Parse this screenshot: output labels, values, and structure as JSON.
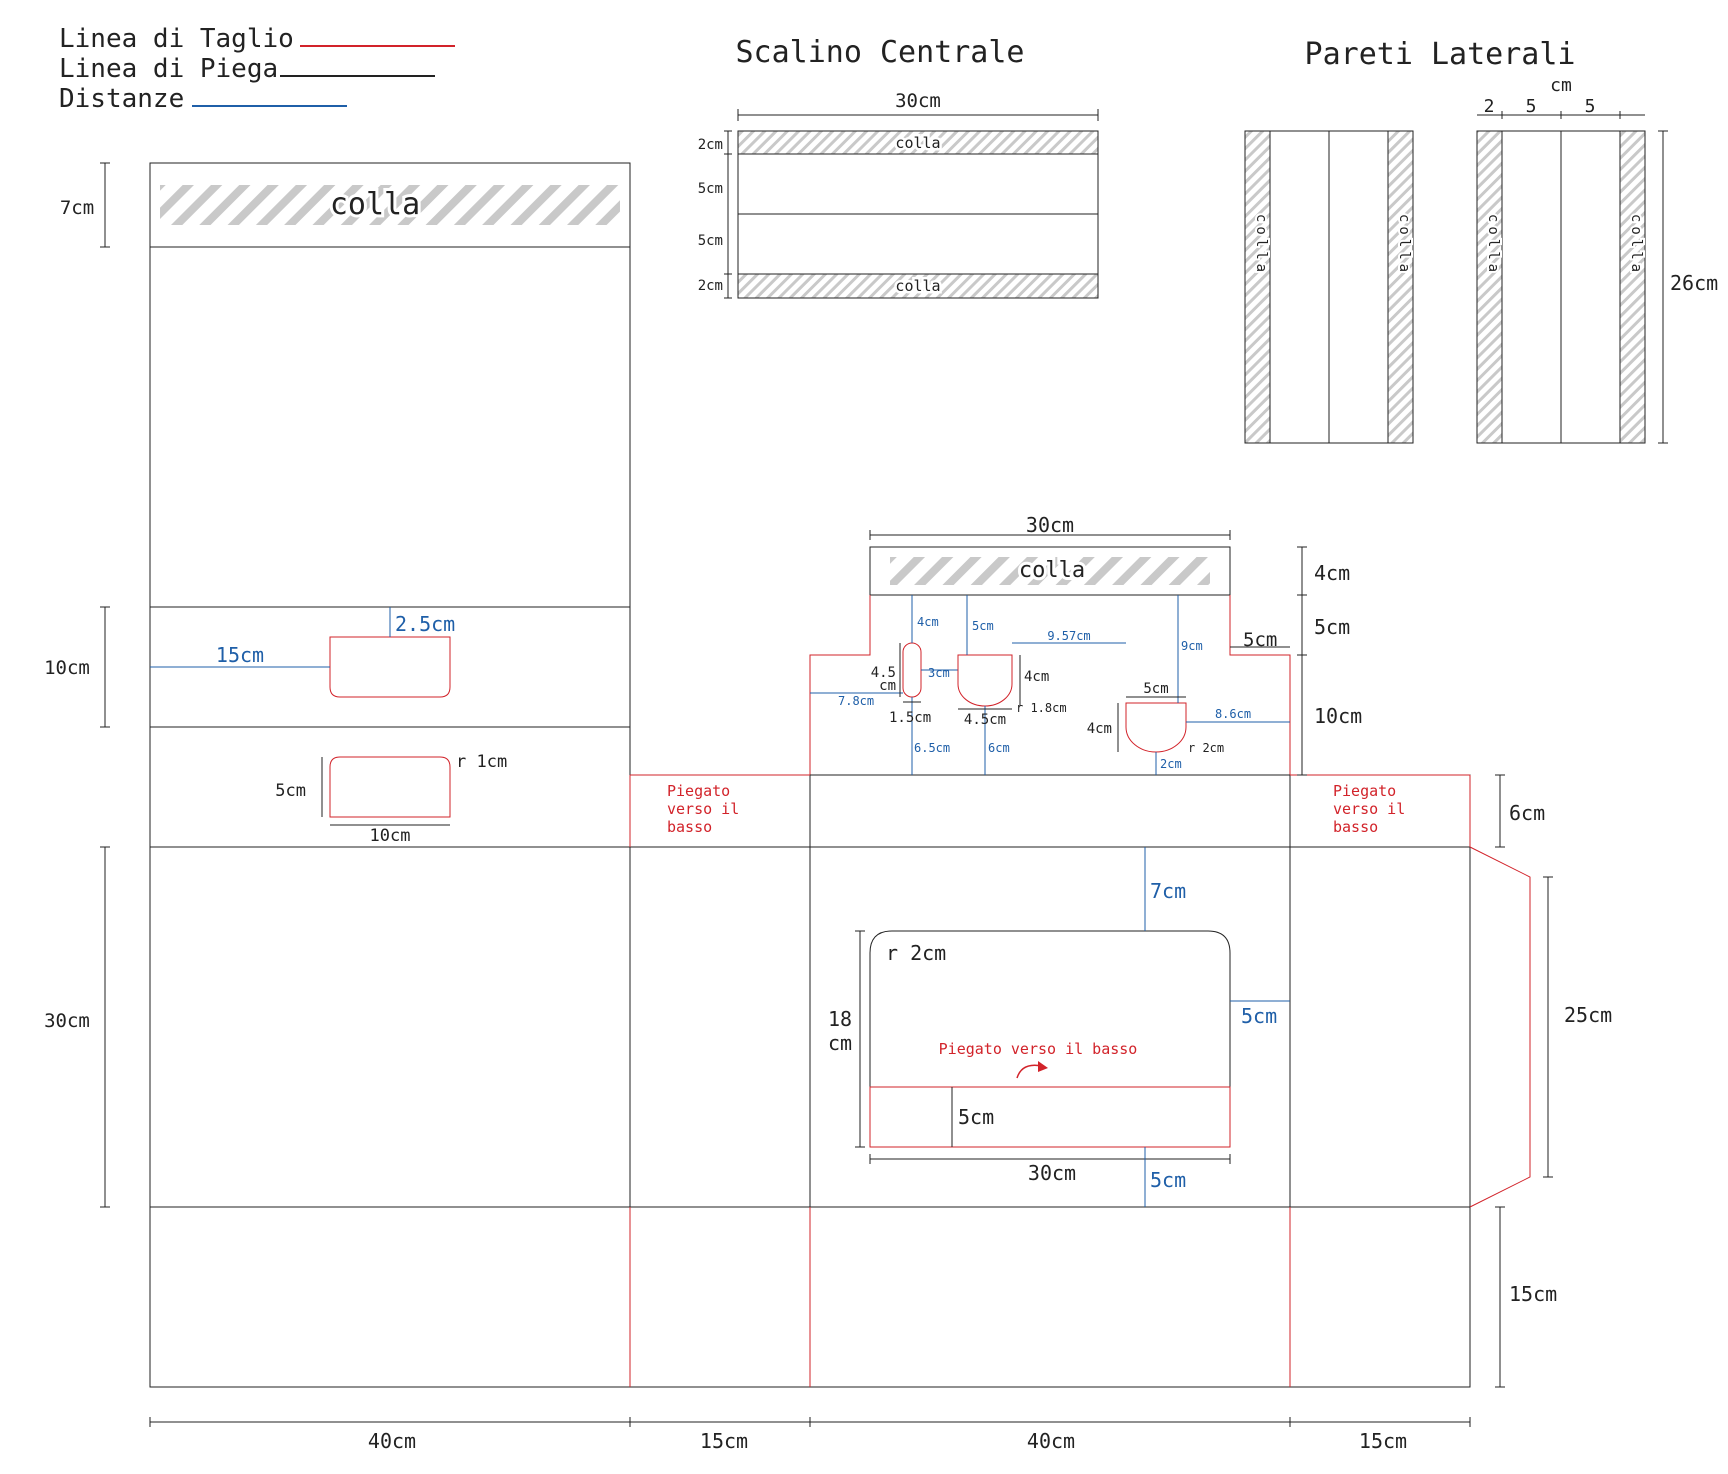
{
  "colors": {
    "cut": "#d2232a",
    "fold": "#222222",
    "distance": "#1f5fa8",
    "glue_hatch": "#c9c9c9"
  },
  "legend": {
    "cut": "Linea di Taglio",
    "fold": "Linea di Piega",
    "distance": "Distanze"
  },
  "scalino": {
    "title": "Scalino Centrale",
    "width": "30cm",
    "h1": "2cm",
    "h2": "5cm",
    "h3": "5cm",
    "h4": "2cm",
    "glue_top": "colla",
    "glue_bottom": "colla"
  },
  "pareti": {
    "title": "Pareti Laterali",
    "unit": "cm",
    "w1": "2",
    "w2": "5",
    "w3": "5",
    "height": "26cm",
    "glue": "colla"
  },
  "left_panel": {
    "glue": "colla",
    "h_glue": "7cm",
    "h_mid": "10cm",
    "h_main": "30cm",
    "hole1_left": "15cm",
    "hole1_top": "2.5cm",
    "hole2_height": "5cm",
    "hole2_width": "10cm",
    "hole2_radius": "r 1cm"
  },
  "center": {
    "top_width": "30cm",
    "glue": "colla",
    "h_glue": "4cm",
    "h_5": "5cm",
    "h_10": "10cm",
    "h_6": "6cm",
    "h_25": "25cm",
    "h_15": "15cm",
    "step_5": "5cm",
    "d_4cm": "4cm",
    "d_5cm": "5cm",
    "d_957": "9.57cm",
    "d_9cm": "9cm",
    "d_45cm_a": "4.5",
    "d_45cm_b": "cm",
    "d_3cm": "3cm",
    "d_78": "7.8cm",
    "d_15": "1.5cm",
    "d_65": "6.5cm",
    "d_4cm_b": "4cm",
    "d_45w": "4.5cm",
    "d_r18": "r 1.8cm",
    "d_6cm": "6cm",
    "d_5cm_b": "5cm",
    "d_4cm_c": "4cm",
    "d_86": "8.6cm",
    "d_r2": "r 2cm",
    "d_2cm": "2cm",
    "fold_down_l": [
      "Piegato",
      "verso il",
      "basso"
    ],
    "fold_down_r": [
      "Piegato",
      "verso il",
      "basso"
    ],
    "win_7": "7cm",
    "win_r": "r 2cm",
    "win_18a": "18",
    "win_18b": "cm",
    "win_fold": "Piegato verso il basso",
    "win_5side": "5cm",
    "win_5inner": "5cm",
    "win_30": "30cm",
    "win_5bottom": "5cm"
  },
  "bottom_dims": {
    "d1": "40cm",
    "d2": "15cm",
    "d3": "40cm",
    "d4": "15cm"
  }
}
